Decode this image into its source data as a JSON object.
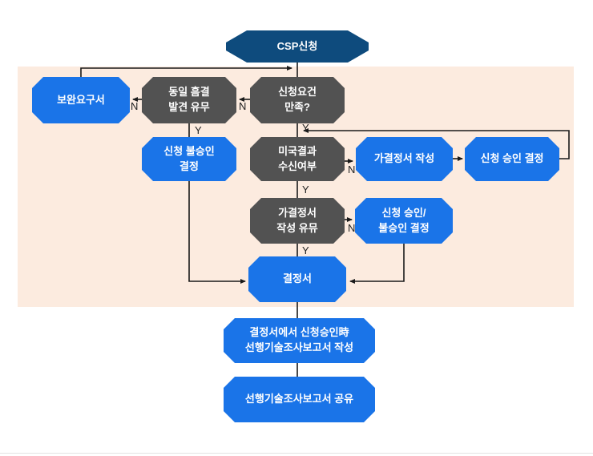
{
  "diagram": {
    "nodes": {
      "csp_application": {
        "label": "CSP신청"
      },
      "supplement_request": {
        "label": "보완요구서"
      },
      "same_defect_check": {
        "label": "동일 흠결\n발견 유무"
      },
      "requirement_check": {
        "label": "신청요건\n만족?"
      },
      "disapproval_decision": {
        "label": "신청 불승인\n결정"
      },
      "us_result_check": {
        "label": "미국결과\n수신여부"
      },
      "provisional_decision_draft": {
        "label": "가결정서 작성"
      },
      "approval_decision": {
        "label": "신청 승인 결정"
      },
      "provisional_written_check": {
        "label": "가결정서\n작성 유뮤"
      },
      "approve_or_disapprove_decision": {
        "label": "신청 승인/\n불승인 결정"
      },
      "decision_document": {
        "label": "결정서"
      },
      "prior_art_report_draft": {
        "label": "결정서에서 신청승인時\n선행기술조사보고서 작성"
      },
      "prior_art_report_share": {
        "label": "선행기술조사보고서 공유"
      }
    },
    "branch_labels": {
      "defect_to_supplement_n": "N",
      "requirement_to_defect_n": "N",
      "defect_y": "Y",
      "requirement_y": "Y",
      "us_result_n": "N",
      "us_result_y": "Y",
      "provisional_written_n": "N",
      "provisional_written_y": "Y"
    },
    "colors": {
      "header_node": "#0e4b7d",
      "action_node": "#1a74e8",
      "decision_node": "#525252",
      "band": "#fcebdf",
      "connector": "#1a1a1a"
    }
  }
}
